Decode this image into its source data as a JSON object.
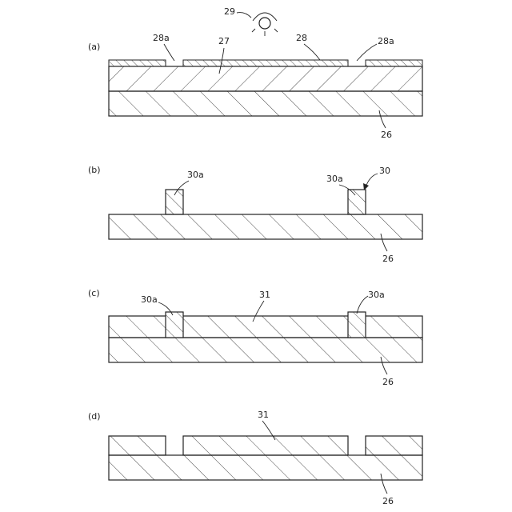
{
  "panels": [
    {
      "label": "(a)",
      "refs": {
        "mask_opening_left": "28a",
        "substrate": "27",
        "mask": "28",
        "mask_opening_right": "28a",
        "light_source": "29",
        "base": "26"
      }
    },
    {
      "label": "(b)",
      "refs": {
        "post_left": "30a",
        "post_right": "30a",
        "pattern": "30",
        "base": "26"
      }
    },
    {
      "label": "(c)",
      "refs": {
        "post_left": "30a",
        "layer": "31",
        "post_right": "30a",
        "base": "26"
      }
    },
    {
      "label": "(d)",
      "refs": {
        "layer": "31",
        "base": "26"
      }
    }
  ]
}
